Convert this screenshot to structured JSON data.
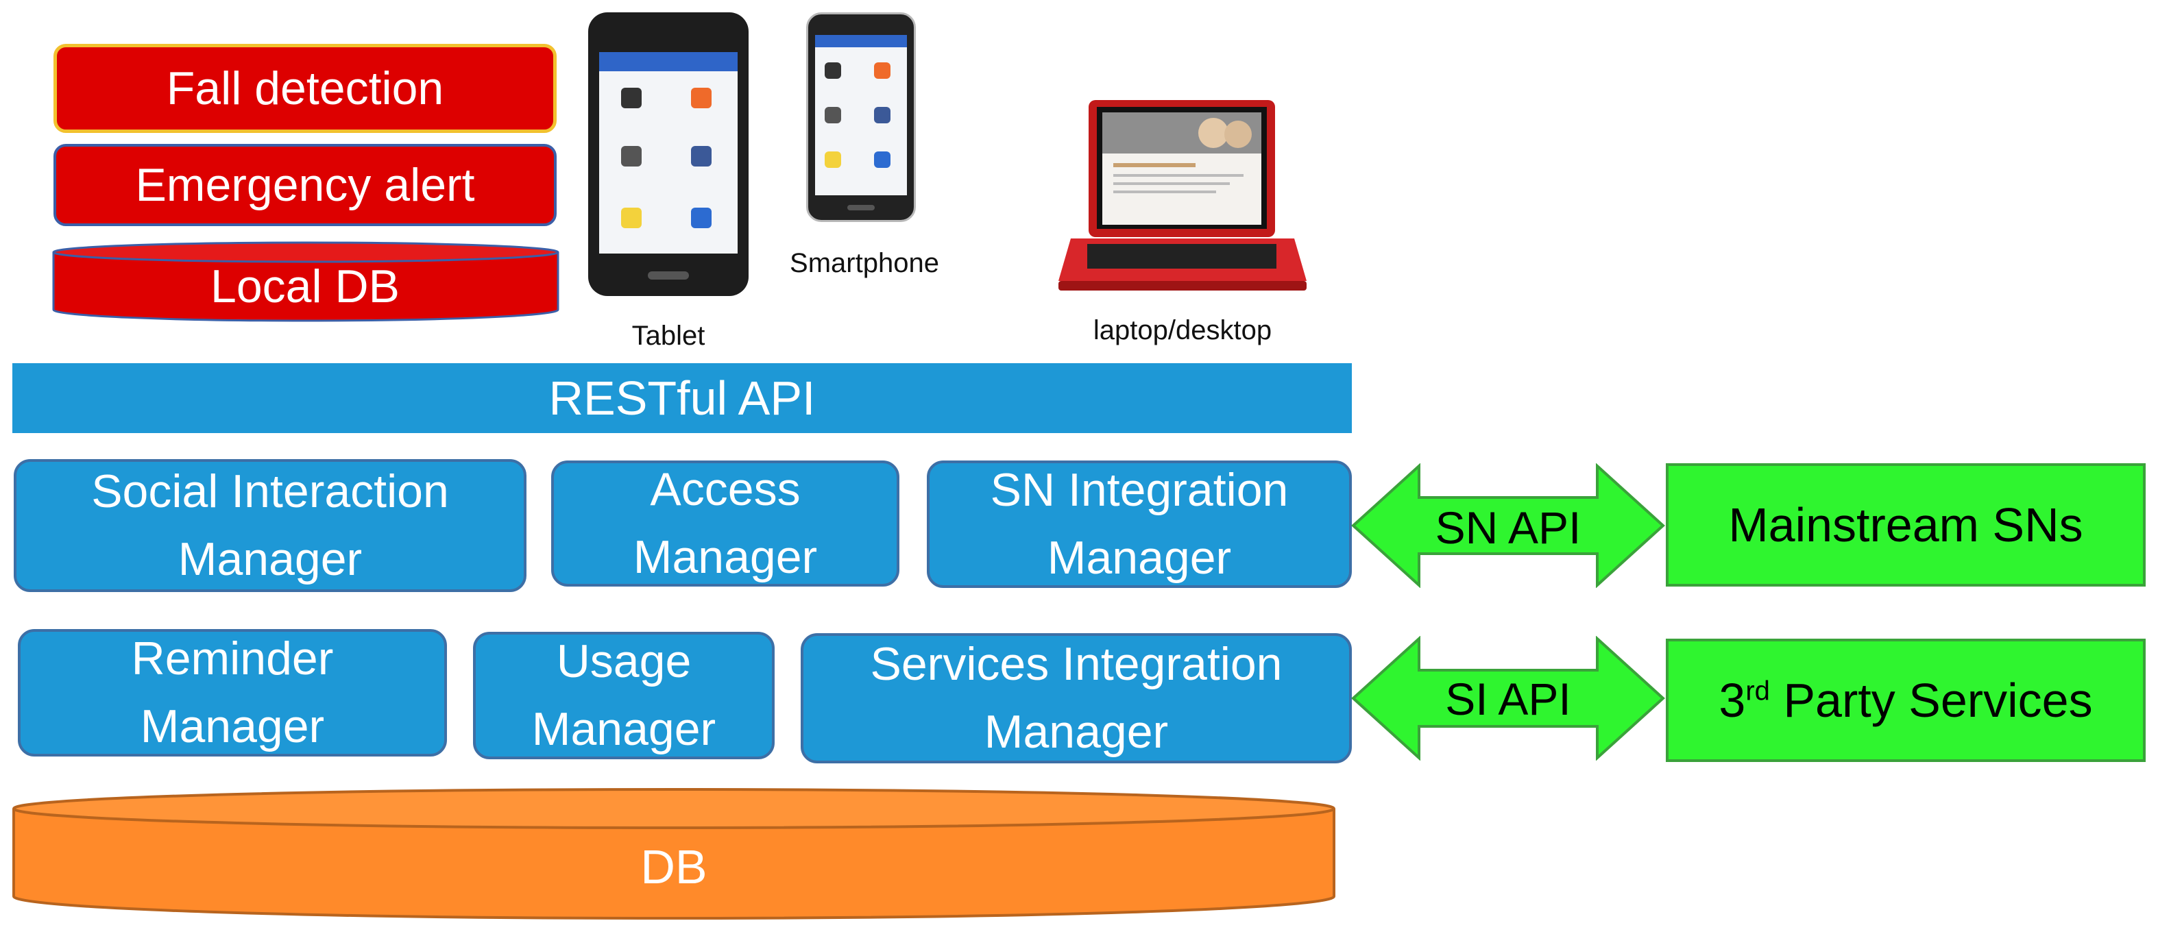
{
  "device_panel": {
    "fall_detection": "Fall detection",
    "emergency_alert": "Emergency alert",
    "local_db": "Local DB"
  },
  "devices": {
    "tablet": "Tablet",
    "smartphone": "Smartphone",
    "laptop": "laptop/desktop"
  },
  "restful_api": "RESTful API",
  "managers_row1": {
    "social": "Social Interaction\nManager",
    "access": "Access\nManager",
    "sn_integration": "SN Integration\nManager"
  },
  "managers_row2": {
    "reminder": "Reminder\nManager",
    "usage": "Usage\nManager",
    "services_integration": "Services Integration\nManager"
  },
  "external": {
    "sn_api": "SN API",
    "si_api": "SI API",
    "mainstream_sns": "Mainstream SNs",
    "third_party_prefix": "3",
    "third_party_sup": "rd",
    "third_party_rest": " Party Services"
  },
  "db": "DB",
  "colors": {
    "red": "#dd0000",
    "blue": "#1e98d6",
    "green": "#2ff52f",
    "orange": "#ff8a2a"
  }
}
